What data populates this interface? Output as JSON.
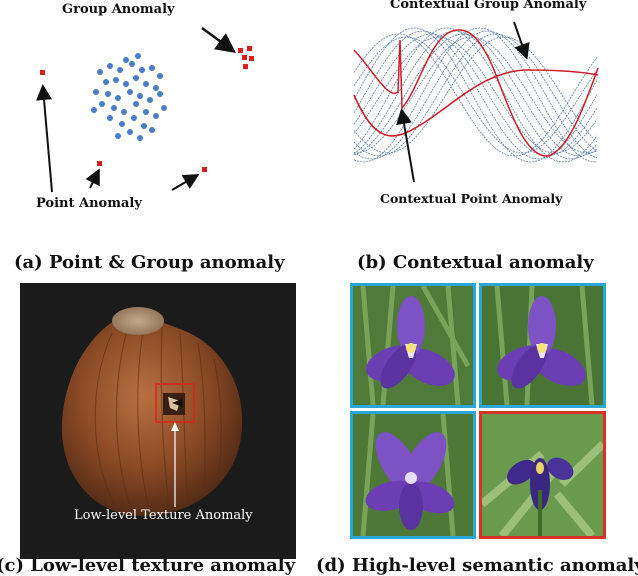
{
  "panel_a": {
    "caption": "(a) Point & Group anomaly",
    "group_label": "Group Anomaly",
    "point_label": "Point Anomaly",
    "normal_color": "#4a7cc7",
    "anomaly_color": "#d61f1f"
  },
  "panel_b": {
    "caption": "(b) Contextual anomaly",
    "group_label": "Contextual Group Anomaly",
    "point_label": "Contextual Point Anomaly",
    "normal_color": "#5b7fa8",
    "anomaly_color": "#cc1f2a"
  },
  "panel_c": {
    "caption": "(c) Low-level texture anomaly",
    "texture_label": "Low-level Texture Anomaly",
    "box_color": "#e0201c"
  },
  "panel_d": {
    "caption": "(d) High-level semantic anomaly",
    "normal_border": "#2aa7d6",
    "anomaly_border": "#d9322b"
  }
}
